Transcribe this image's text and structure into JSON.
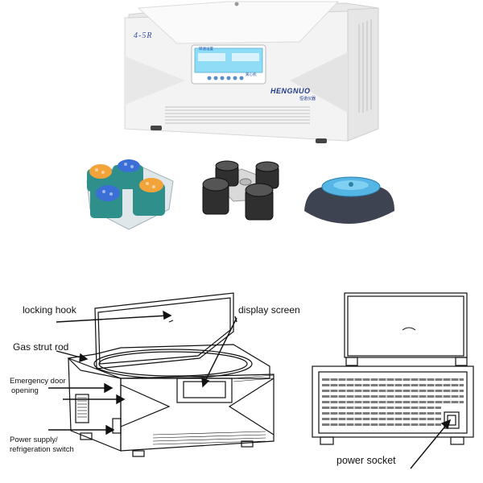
{
  "product": {
    "model": "4-5R",
    "brand": "HENGNUO",
    "brand_sub": "恒诺仪器",
    "screen_title": "转速设置",
    "screen_mode": "离心机"
  },
  "diagram_labels": {
    "locking_hook": "locking hook",
    "gas_strut_rod": "Gas strut rod",
    "emergency_door_line1": "Emergency door",
    "emergency_door_line2": "opening",
    "power_supply_line1": "Power supply/",
    "power_supply_line2": "refrigeration switch",
    "display_screen": "display screen",
    "power_socket": "power socket"
  },
  "colors": {
    "body": "#f2f2f2",
    "screen": "#7fd3f5",
    "rotor_teal": "#2f8f8a",
    "tube_orange": "#f2a33a",
    "tube_blue": "#3b6fd6",
    "bucket_dark": "#3a3a3a",
    "angle_rotor": "#3d4350",
    "angle_lid": "#55b6e6",
    "line": "#111111"
  }
}
